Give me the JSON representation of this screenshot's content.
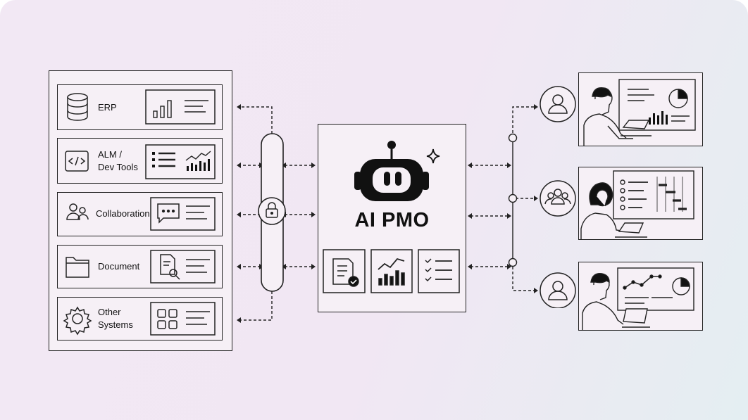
{
  "title": "AI PMO",
  "systems": [
    {
      "label_lines": [
        "ERP"
      ],
      "icon": "database-icon"
    },
    {
      "label_lines": [
        "ALM /",
        "Dev Tools"
      ],
      "icon": "code-icon"
    },
    {
      "label_lines": [
        "Collaboration"
      ],
      "icon": "users-icon"
    },
    {
      "label_lines": [
        "Document"
      ],
      "icon": "folder-icon"
    },
    {
      "label_lines": [
        "Other",
        "Systems"
      ],
      "icon": "gear-icon"
    }
  ],
  "colors": {
    "stroke": "#222222",
    "background": "#f2e8f4",
    "icon_fill": "#111111"
  }
}
